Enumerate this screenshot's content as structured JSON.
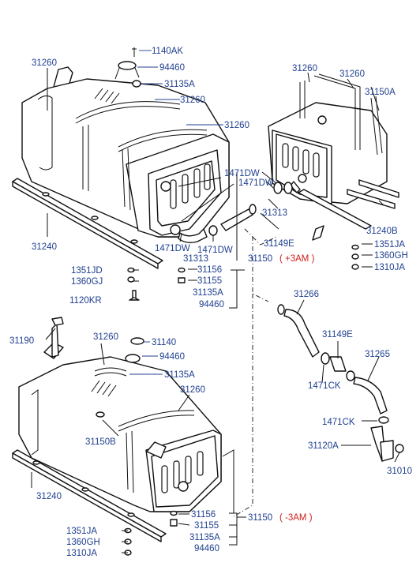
{
  "labels": {
    "p1140AK": "1140AK",
    "p94460_top": "94460",
    "p31135A_top": "31135A",
    "p31260_top_a": "31260",
    "p31260_top_b": "31260",
    "p31260_top_c": "31260",
    "p31260_right_a": "31260",
    "p31260_right_b": "31260",
    "p31150A": "31150A",
    "p1471DW_a": "1471DW",
    "p1471DW_b": "1471DW",
    "p1471DW_c": "1471DW",
    "p1471DW_d": "1471DW",
    "p31313_a": "31313",
    "p31313_b": "31313",
    "p31149E_top": "31149E",
    "p31240B": "31240B",
    "p31240_top": "31240",
    "p1351JA_r": "1351JA",
    "p1360GH_r": "1360GH",
    "p1310JA_r": "1310JA",
    "p1351JD": "1351JD",
    "p1360GJ": "1360GJ",
    "p1120KR": "1120KR",
    "p31156_top": "31156",
    "p31155_top": "31155",
    "p31135A_mid": "31135A",
    "p94460_mid": "94460",
    "p31150_top": "31150",
    "p3AM_plus": "( +3AM )",
    "p31266": "31266",
    "p31149E_mid": "31149E",
    "p31265": "31265",
    "p1471CK_a": "1471CK",
    "p1471CK_b": "1471CK",
    "p31120A": "31120A",
    "p31010": "31010",
    "p31190": "31190",
    "p31260_bot_a": "31260",
    "p31140": "31140",
    "p94460_bot": "94460",
    "p31135A_bot": "31135A",
    "p31260_bot_b": "31260",
    "p31150B": "31150B",
    "p31240_bot": "31240",
    "p31156_bot": "31156",
    "p31155_bot": "31155",
    "p31135A_bot2": "31135A",
    "p94460_bot2": "94460",
    "p31150_bot": "31150",
    "p3AM_minus": "( -3AM )",
    "p1351JA_b": "1351JA",
    "p1360GH_b": "1360GH",
    "p1310JA_b": "1310JA"
  },
  "colors": {
    "label_blue": "#1f3f8f",
    "accent_red": "#d0201c",
    "line_black": "#111111"
  }
}
